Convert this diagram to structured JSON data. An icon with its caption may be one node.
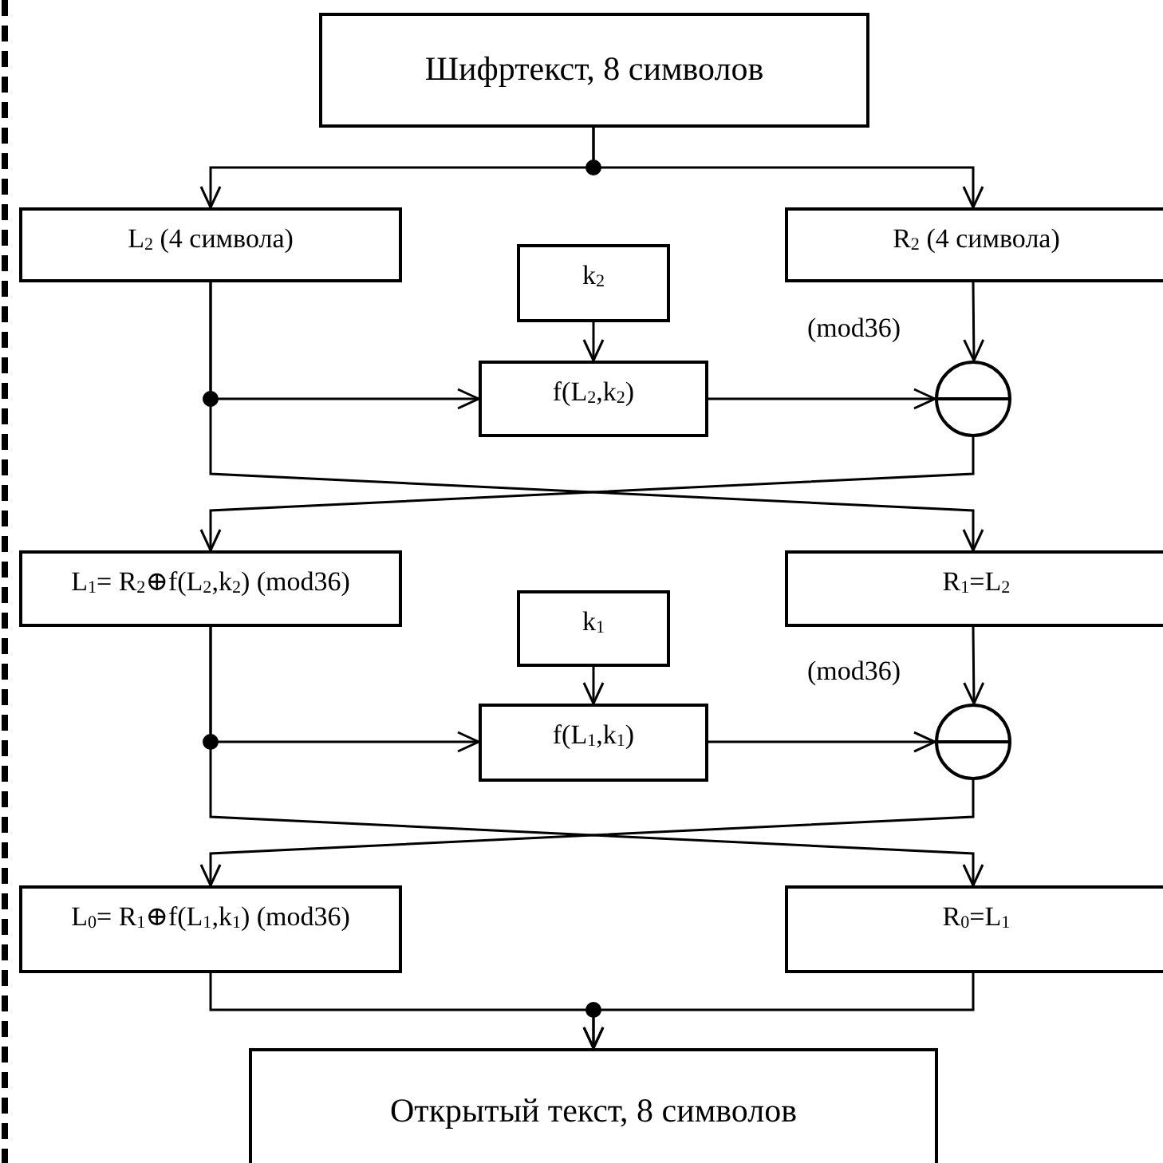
{
  "diagram": {
    "nodes": [
      {
        "text": [
          "Шифртекст, 8 символов"
        ]
      },
      {
        "text": [
          "L$_{2}$ (4 символа)"
        ]
      },
      {
        "text": [
          "R$_{2}$ (4 символа)"
        ]
      },
      {
        "text": [
          "k$_{2}$"
        ]
      },
      {
        "text": [
          "f(L$_{2}$,k$_{2}$)"
        ]
      },
      {
        "text": [],
        "shape": "circle",
        "beside": [
          "(mod36)"
        ]
      },
      {
        "text": [
          "L$_{1}$= R$_{2}$⊕f(L$_{2}$,k$_{2}$) (mod36)"
        ]
      },
      {
        "text": [
          "R$_{1}$=L$_{2}$"
        ]
      },
      {
        "text": [
          "k$_{1}$"
        ]
      },
      {
        "text": [
          "f(L$_{1}$,k$_{1}$)"
        ]
      },
      {
        "text": [],
        "shape": "circle",
        "beside": [
          "(mod36)"
        ]
      },
      {
        "text": [
          "L$_{0}$= R$_{1}$⊕f(L$_{1}$,k$_{1}$) (mod36)"
        ]
      },
      {
        "text": [
          "R$_{0}$=L$_{1}$"
        ]
      },
      {
        "text": [
          "Открытый текст, 8 символов"
        ]
      }
    ],
    "edges": [
      {
        "from": 0,
        "to": 1,
        "arrow": "to"
      },
      {
        "from": 0,
        "to": 2,
        "arrow": "to"
      },
      {
        "from": 1,
        "to": 4,
        "arrow": "to"
      },
      {
        "from": 1,
        "to": 7,
        "arrow": "to"
      },
      {
        "from": 3,
        "to": 4,
        "arrow": "to"
      },
      {
        "from": 2,
        "to": 5,
        "arrow": "to"
      },
      {
        "from": 4,
        "to": 5,
        "arrow": "to"
      },
      {
        "from": 5,
        "to": 6,
        "arrow": "to"
      },
      {
        "from": 6,
        "to": 9,
        "arrow": "to"
      },
      {
        "from": 6,
        "to": 12,
        "arrow": "to"
      },
      {
        "from": 8,
        "to": 9,
        "arrow": "to"
      },
      {
        "from": 7,
        "to": 10,
        "arrow": "to"
      },
      {
        "from": 9,
        "to": 10,
        "arrow": "to"
      },
      {
        "from": 10,
        "to": 11,
        "arrow": "to"
      },
      {
        "from": 11,
        "to": 13,
        "arrow": "to"
      },
      {
        "from": 12,
        "to": 13,
        "arrow": "to"
      }
    ]
  }
}
